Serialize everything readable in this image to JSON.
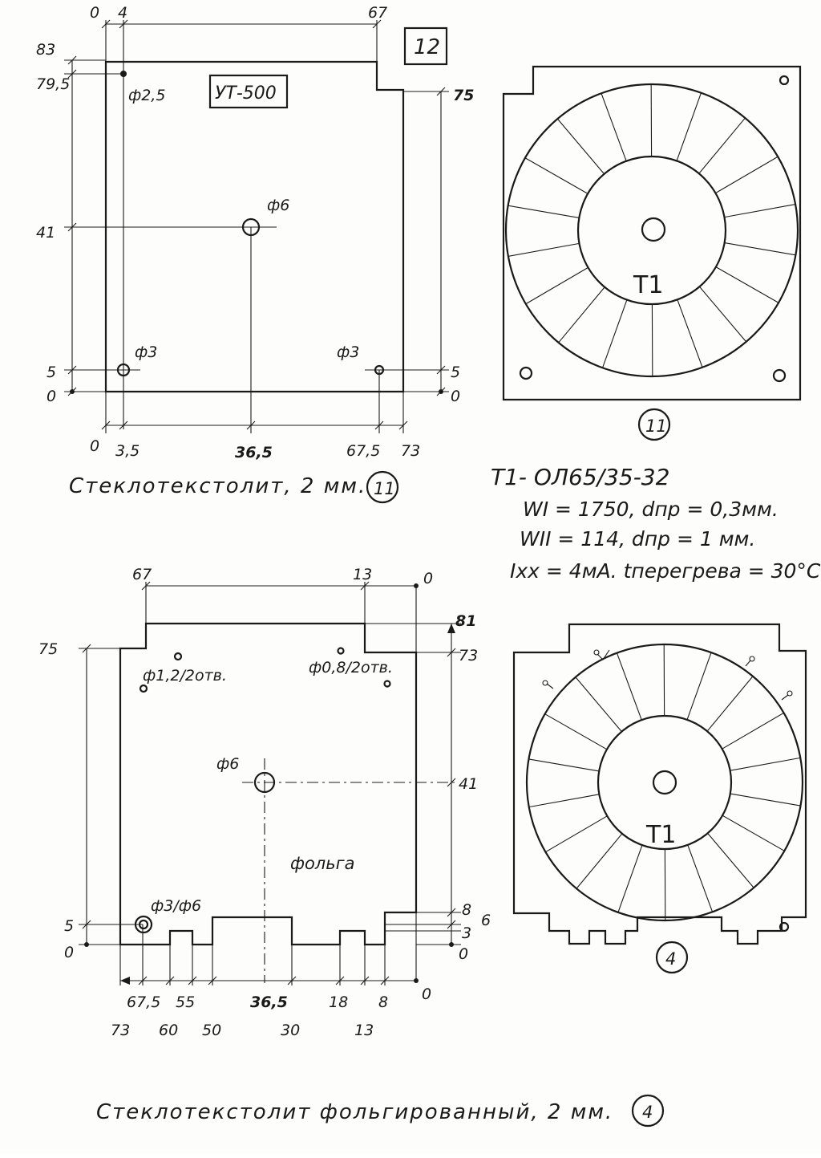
{
  "sheet_number": "12",
  "board_11": {
    "model": "УТ-500",
    "caption": "Стеклотекстолит, 2 мм.",
    "number": "11",
    "holes": {
      "h1": "ф2,5",
      "h2": "ф6",
      "h3": "ф3",
      "h4": "ф3"
    },
    "dims": {
      "top_0": "0",
      "top_4": "4",
      "top_67": "67",
      "left_83": "83",
      "left_79_5": "79,5",
      "left_41": "41",
      "left_5": "5",
      "left_0": "0",
      "right_75": "75",
      "right_5": "5",
      "right_0": "0",
      "bottom_0": "0",
      "bottom_3_5": "3,5",
      "bottom_36_5": "36,5",
      "bottom_67_5": "67,5",
      "bottom_73": "73"
    }
  },
  "transformer": {
    "label": "T1",
    "view_top_number": "11",
    "view_bottom_number": "4",
    "model": "T1- ОЛ65/35-32",
    "specs": {
      "w1": "WI = 1750, dпр = 0,3мм.",
      "w2": "WII = 114, dпр = 1 мм.",
      "idle": "Iхх = 4мА. tперегрева = 30°C."
    }
  },
  "board_4": {
    "caption": "Стеклотекстолит фольгированный, 2 мм.",
    "number": "4",
    "foil": "фольга",
    "holes": {
      "h1": "ф1,2/2отв.",
      "h2": "ф0,8/2отв.",
      "h3": "ф6",
      "h4": "ф3/ф6"
    },
    "dims": {
      "top_67": "67",
      "top_13": "13",
      "top_0": "0",
      "left_75": "75",
      "left_5": "5",
      "left_0": "0",
      "right_81": "81",
      "right_73": "73",
      "right_41": "41",
      "right_8": "8",
      "right_6": "6",
      "right_3": "3",
      "right_0": "0",
      "b_67_5": "67,5",
      "b_55": "55",
      "b_36_5": "36,5",
      "b_18": "18",
      "b_8": "8",
      "b_0": "0",
      "b_73": "73",
      "b_60": "60",
      "b_50": "50",
      "b_30": "30",
      "b_13": "13"
    }
  }
}
